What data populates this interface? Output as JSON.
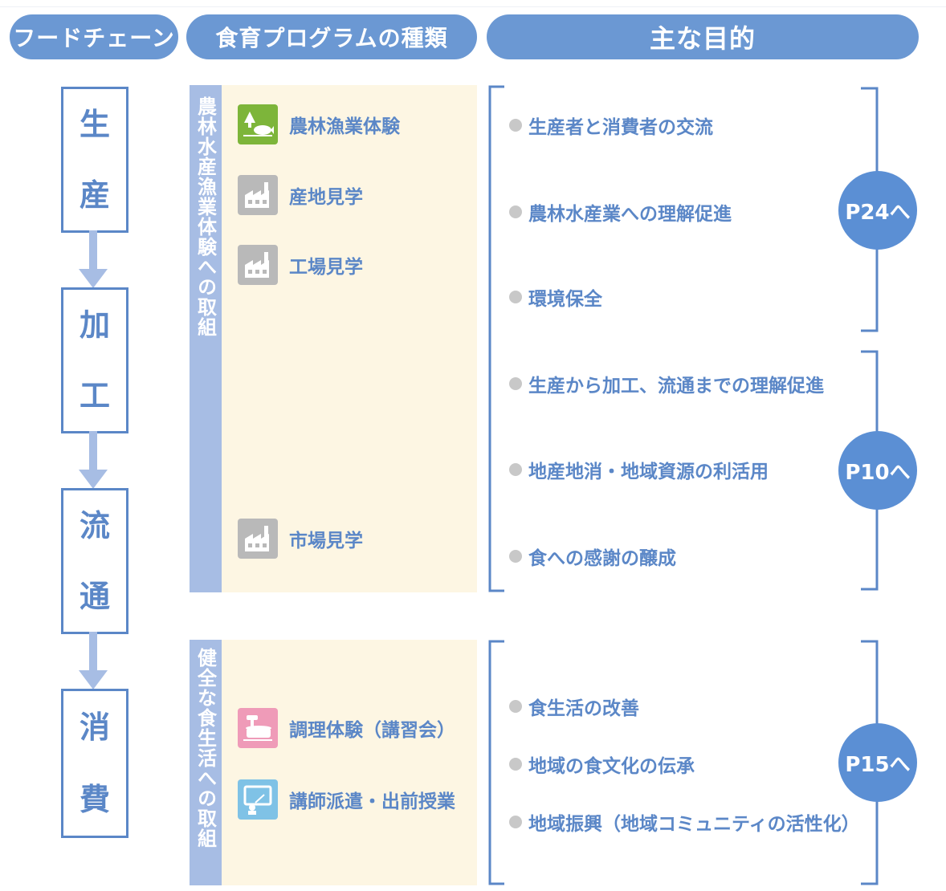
{
  "headers": {
    "food_chain": "フードチェーン",
    "program_types": "食育プログラムの種類",
    "main_purpose": "主な目的"
  },
  "food_chain": {
    "stages": [
      {
        "chars": [
          "生",
          "産"
        ]
      },
      {
        "chars": [
          "加",
          "工"
        ]
      },
      {
        "chars": [
          "流",
          "通"
        ]
      },
      {
        "chars": [
          "消",
          "費"
        ]
      }
    ]
  },
  "categories": [
    {
      "label": "農林水産漁業体験への取組",
      "programs": [
        {
          "label": "農林漁業体験",
          "icon": "farming-icon"
        },
        {
          "label": "産地見学",
          "icon": "factory-icon"
        },
        {
          "label": "工場見学",
          "icon": "factory-icon"
        },
        {
          "label": "市場見学",
          "icon": "factory-icon"
        }
      ]
    },
    {
      "label": "健全な食生活への取組",
      "programs": [
        {
          "label": "調理体験（講習会）",
          "icon": "cooking-icon"
        },
        {
          "label": "講師派遣・出前授業",
          "icon": "lecture-icon"
        }
      ]
    }
  ],
  "purpose_groups": [
    {
      "page_ref": "P24へ",
      "items": [
        "生産者と消費者の交流",
        "農林水産業への理解促進",
        "環境保全"
      ]
    },
    {
      "page_ref": "P10へ",
      "items": [
        "生産から加工、流通までの理解促進",
        "地産地消・地域資源の利活用",
        "食への感謝の醸成"
      ]
    },
    {
      "page_ref": "P15へ",
      "items": [
        "食生活の改善",
        "地域の食文化の伝承",
        "地域振興（地域コミュニティの活性化）"
      ]
    }
  ],
  "colors": {
    "primary_blue": "#5b87c7",
    "header_blue": "#6b98d3",
    "category_bar": "#a7bde4",
    "program_bg": "#fdf6e3",
    "bullet_grey": "#c8c8c8"
  }
}
